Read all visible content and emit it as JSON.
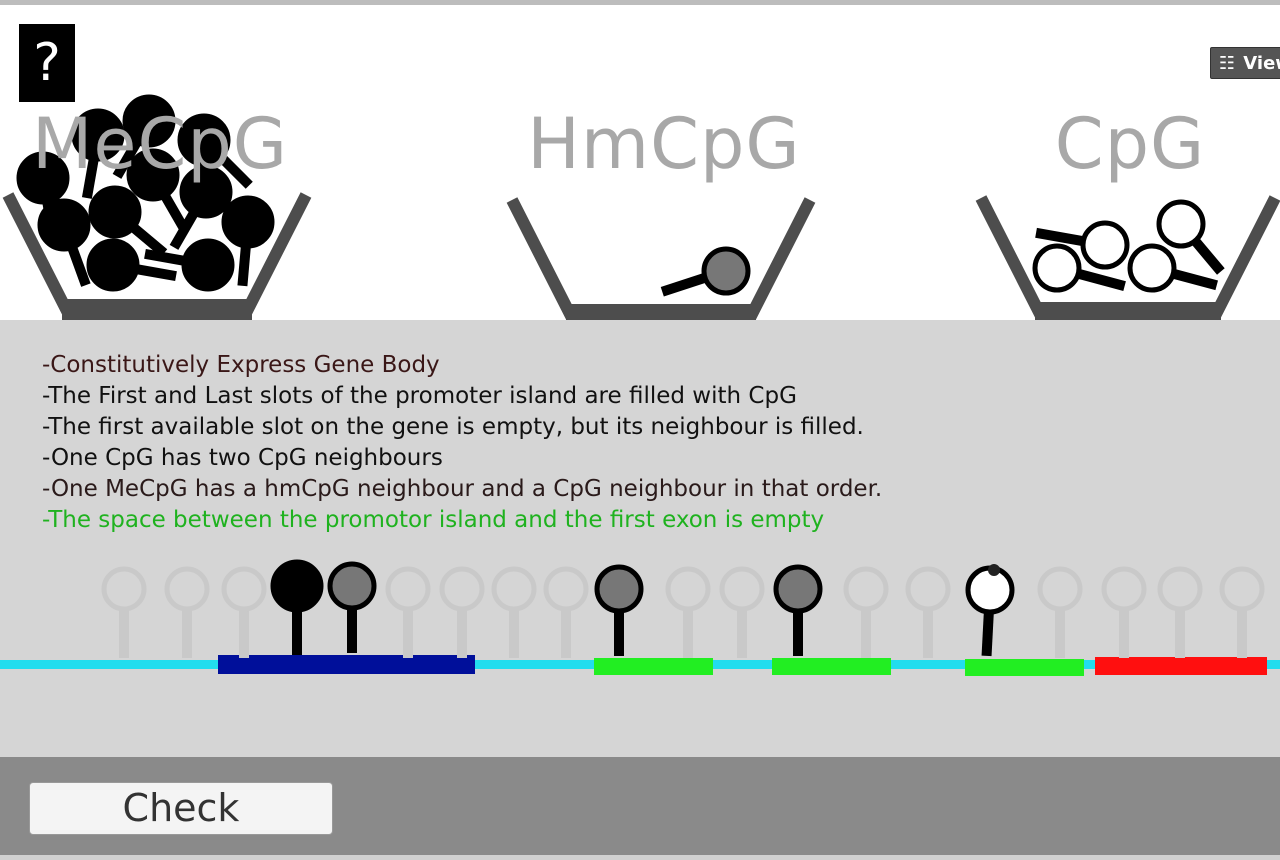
{
  "help": {
    "label": "?"
  },
  "view_button": {
    "label": "View",
    "icon": "itch-io-icon"
  },
  "bins": [
    {
      "id": "mecpg",
      "label": "MeCpG"
    },
    {
      "id": "hmcpg",
      "label": "HmCpG"
    },
    {
      "id": "cpg",
      "label": "CpG"
    }
  ],
  "rules": [
    "-Constitutively Express Gene Body",
    "-The First and Last slots of the promoter island are filled with CpG",
    "-The first available slot on the gene is empty, but its neighbour is filled.",
    "-One CpG has two CpG neighbours",
    "-One MeCpG has a hmCpG neighbour and a CpG neighbour in that order.",
    "-The space between the promotor island and the first exon is empty"
  ],
  "check_button": {
    "label": "Check"
  },
  "colors": {
    "mecpg": "#000000",
    "hmcpg": "#777777",
    "cpg": "#ffffff",
    "promoter_island": "#000f9a",
    "exon": "#22ee22",
    "terminator": "#ff0f0f",
    "dna": "#22ddee",
    "bin": "#4d4d4d",
    "ghost_slot": "#c9c9c9",
    "satisfied_rule": "#1fb21f"
  }
}
